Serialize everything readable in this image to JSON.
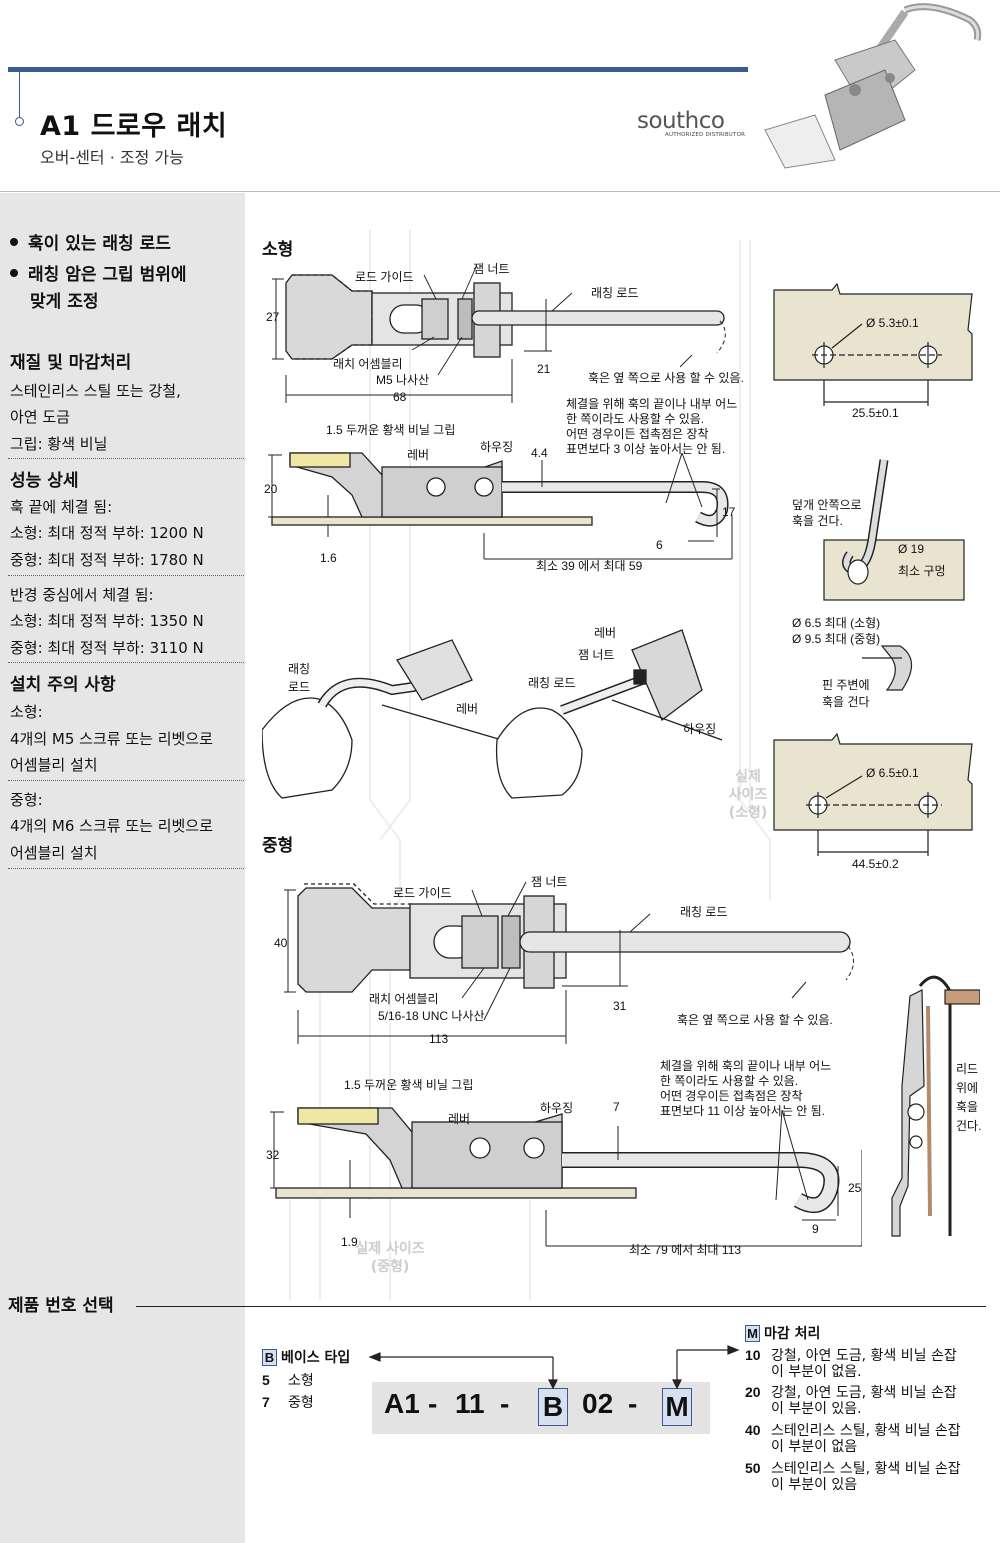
{
  "header": {
    "title": "A1 드로우 래치",
    "subtitle": "오버-센터 · 조정 가능",
    "logo_text": "southco",
    "logo_sub": "AUTHORIZED DISTRIBUTOR"
  },
  "sidebar": {
    "bullets": [
      "훅이 있는 래칭 로드",
      "래칭 암은 그립 범위에",
      "맞게 조정"
    ],
    "material": {
      "heading": "재질 및 마감처리",
      "lines": [
        "스테인리스 스틸 또는 강철,",
        "아연 도금",
        "그립: 황색 비닐"
      ]
    },
    "performance": {
      "heading": "성능 상세",
      "lines": [
        "훅 끝에 체결 됨:",
        "소형: 최대 정적 부하: 1200 N",
        "중형: 최대 정적 부하: 1780 N"
      ],
      "lines2": [
        "반경 중심에서 체결 됨:",
        "소형: 최대 정적 부하: 1350 N",
        "중형: 최대 정적 부하: 3110 N"
      ]
    },
    "install": {
      "heading": "설치 주의 사항",
      "small_head": "소형:",
      "small_text": [
        "4개의 M5 스크류 또는 리벳으로",
        "어셈블리 설치"
      ],
      "medium_head": "중형:",
      "medium_text": [
        "4개의 M6 스크류 또는 리벳으로",
        "어셈블리 설치"
      ]
    }
  },
  "small": {
    "heading": "소형",
    "labels": {
      "rod_guide": "로드 가이드",
      "jam_nut": "잼 너트",
      "latching_rod": "래칭 로드",
      "latch_assembly": "래치 어셈블리",
      "m5_nut": "M5 나사산",
      "side_hook": "훅은 옆 쪽으로 사용 할 수 있음.",
      "vinyl": "1.5 두꺼운 황색 비닐 그립",
      "lever": "레버",
      "housing": "하우징",
      "note1": "체결을 위해 훅의 끝이나 내부 어느",
      "note2": "한 쪽이라도 사용할 수 있음.",
      "note3": "어떤 경우이든 접촉점은 장착",
      "note4": "표면보다 3 이상 높아서는 안 됨.",
      "range": "최소 39 에서 최대 59"
    },
    "dims": {
      "d27": "27",
      "d21": "21",
      "d68": "68",
      "d20": "20",
      "d16": "1.6",
      "d44": "4.4",
      "d17": "17",
      "d6": "6"
    }
  },
  "medium": {
    "heading": "중형",
    "labels": {
      "rod_guide": "로드 가이드",
      "jam_nut": "잼 너트",
      "latching_rod": "래칭 로드",
      "latch_assembly": "래치 어셈블리",
      "unc_nut": "5/16-18 UNC 나사산",
      "side_hook": "훅은 옆 쪽으로 사용 할 수 있음.",
      "vinyl": "1.5 두꺼운 황색 비닐 그립",
      "lever": "레버",
      "housing": "하우징",
      "note1": "체결을 위해 훅의 끝이나 내부 어느",
      "note2": "한 쪽이라도 사용할 수 있음.",
      "note3": "어떤 경우이든 접촉점은 장착",
      "note4": "표면보다 11 이상 높아서는 안 됨.",
      "range": "최소 79 에서 최대 113"
    },
    "dims": {
      "d40": "40",
      "d31": "31",
      "d113": "113",
      "d32": "32",
      "d19": "1.9",
      "d7": "7",
      "d25": "25",
      "d9": "9"
    }
  },
  "right_panel": {
    "hole_small": "Ø 5.3±0.1",
    "spacing_small": "25.5±0.1",
    "cover_hook_1": "덮개 안쪽으로",
    "cover_hook_2": "훅을 건다.",
    "hole19_1": "Ø 19",
    "hole19_2": "최소 구멍",
    "pin1": "Ø 6.5 최대 (소형)",
    "pin2": "Ø 9.5 최대 (중형)",
    "pin_hook_1": "핀 주변에",
    "pin_hook_2": "훅을 건다",
    "hole_medium": "Ø 6.5±0.1",
    "spacing_medium": "44.5±0.2",
    "lid_1": "리드",
    "lid_2": "위에",
    "lid_3": "훅을",
    "lid_4": "건다."
  },
  "usage": {
    "rod1_a": "래칭",
    "rod1_b": "로드",
    "lever1": "레버",
    "lever2": "레버",
    "jam_nut": "잼 너트",
    "rod2": "래칭 로드",
    "housing": "하우징"
  },
  "watermarks": {
    "small_1": "실제",
    "small_2": "사이즈",
    "small_3": "(소형)",
    "medium_1": "실제 사이즈",
    "medium_2": "(중형)"
  },
  "part_number": {
    "title": "제품 번호 선택",
    "segments": [
      "A1",
      "-",
      "11",
      "-",
      "B",
      "02",
      "-",
      "M"
    ],
    "base": {
      "code": "B",
      "title": "베이스 타입",
      "options": [
        {
          "code": "5",
          "text": "소형"
        },
        {
          "code": "7",
          "text": "중형"
        }
      ]
    },
    "finish": {
      "code": "M",
      "title": "마감 처리",
      "options": [
        {
          "code": "10",
          "line1": "강철, 아연 도금, 황색 비닐 손잡",
          "line2": "이 부분이 없음."
        },
        {
          "code": "20",
          "line1": "강철, 아연 도금, 황색 비닐 손잡",
          "line2": "이 부분이 있음."
        },
        {
          "code": "40",
          "line1": "스테인리스 스틸, 황색 비닐 손잡",
          "line2": "이 부분이 없음"
        },
        {
          "code": "50",
          "line1": "스테인리스 스틸, 황색 비닐 손잡",
          "line2": "이 부분이 있음"
        }
      ]
    }
  },
  "colors": {
    "accent": "#3b5b8f",
    "sidebar": "#e6e6e7",
    "plate": "#e8e4cf"
  }
}
